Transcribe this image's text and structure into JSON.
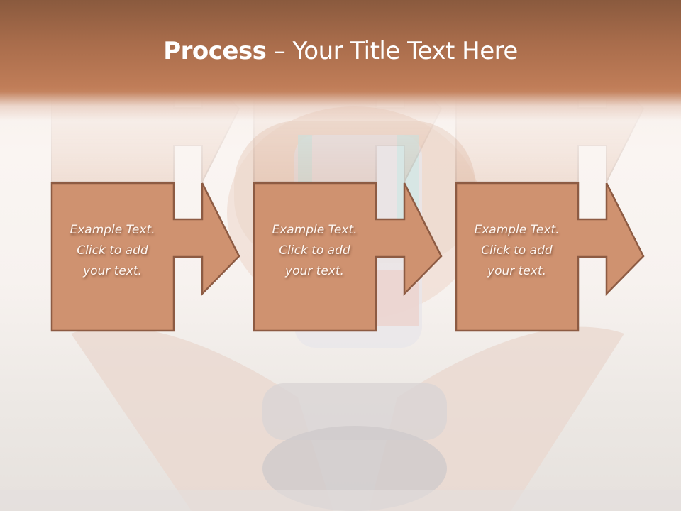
{
  "slide": {
    "title_bold": "Process",
    "title_rest": " – Your Title Text Here",
    "colors": {
      "header_top": "#8a5a3e",
      "header_bottom": "#c4835f",
      "box_fill": "#cf9270",
      "box_stroke": "#8d5b43",
      "text": "#fff7f2"
    }
  },
  "steps": [
    {
      "text": "Example Text.\nClick  to add\nyour text."
    },
    {
      "text": "Example Text.\nClick  to add\nyour text."
    },
    {
      "text": "Example Text.\nClick  to add\nyour text."
    }
  ]
}
